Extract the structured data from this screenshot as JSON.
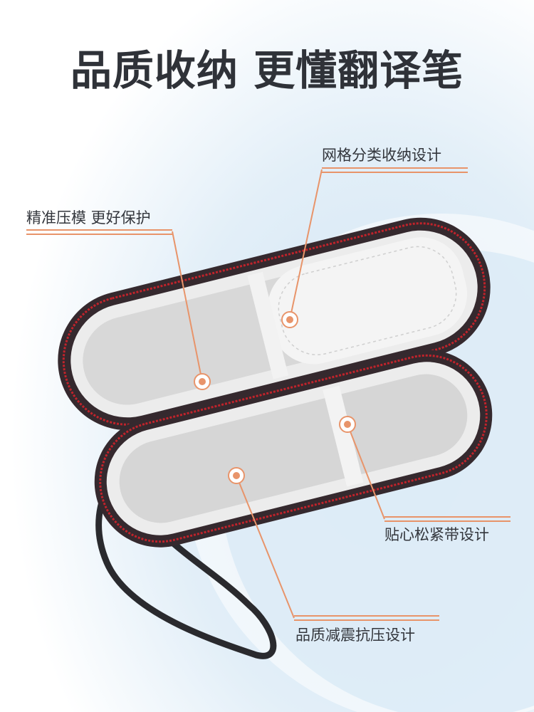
{
  "headline": "品质收纳 更懂翻译笔",
  "callouts": {
    "mesh": "网格分类收纳设计",
    "mold": "精准压模 更好保护",
    "strap": "贴心松紧带设计",
    "shock": "品质减震抗压设计"
  },
  "colors": {
    "accent": "#e8946a",
    "shell": "#35292e",
    "zipper": "#c0232b",
    "lining": "#e9e9e9",
    "background_blue": "#d6e8f5"
  }
}
